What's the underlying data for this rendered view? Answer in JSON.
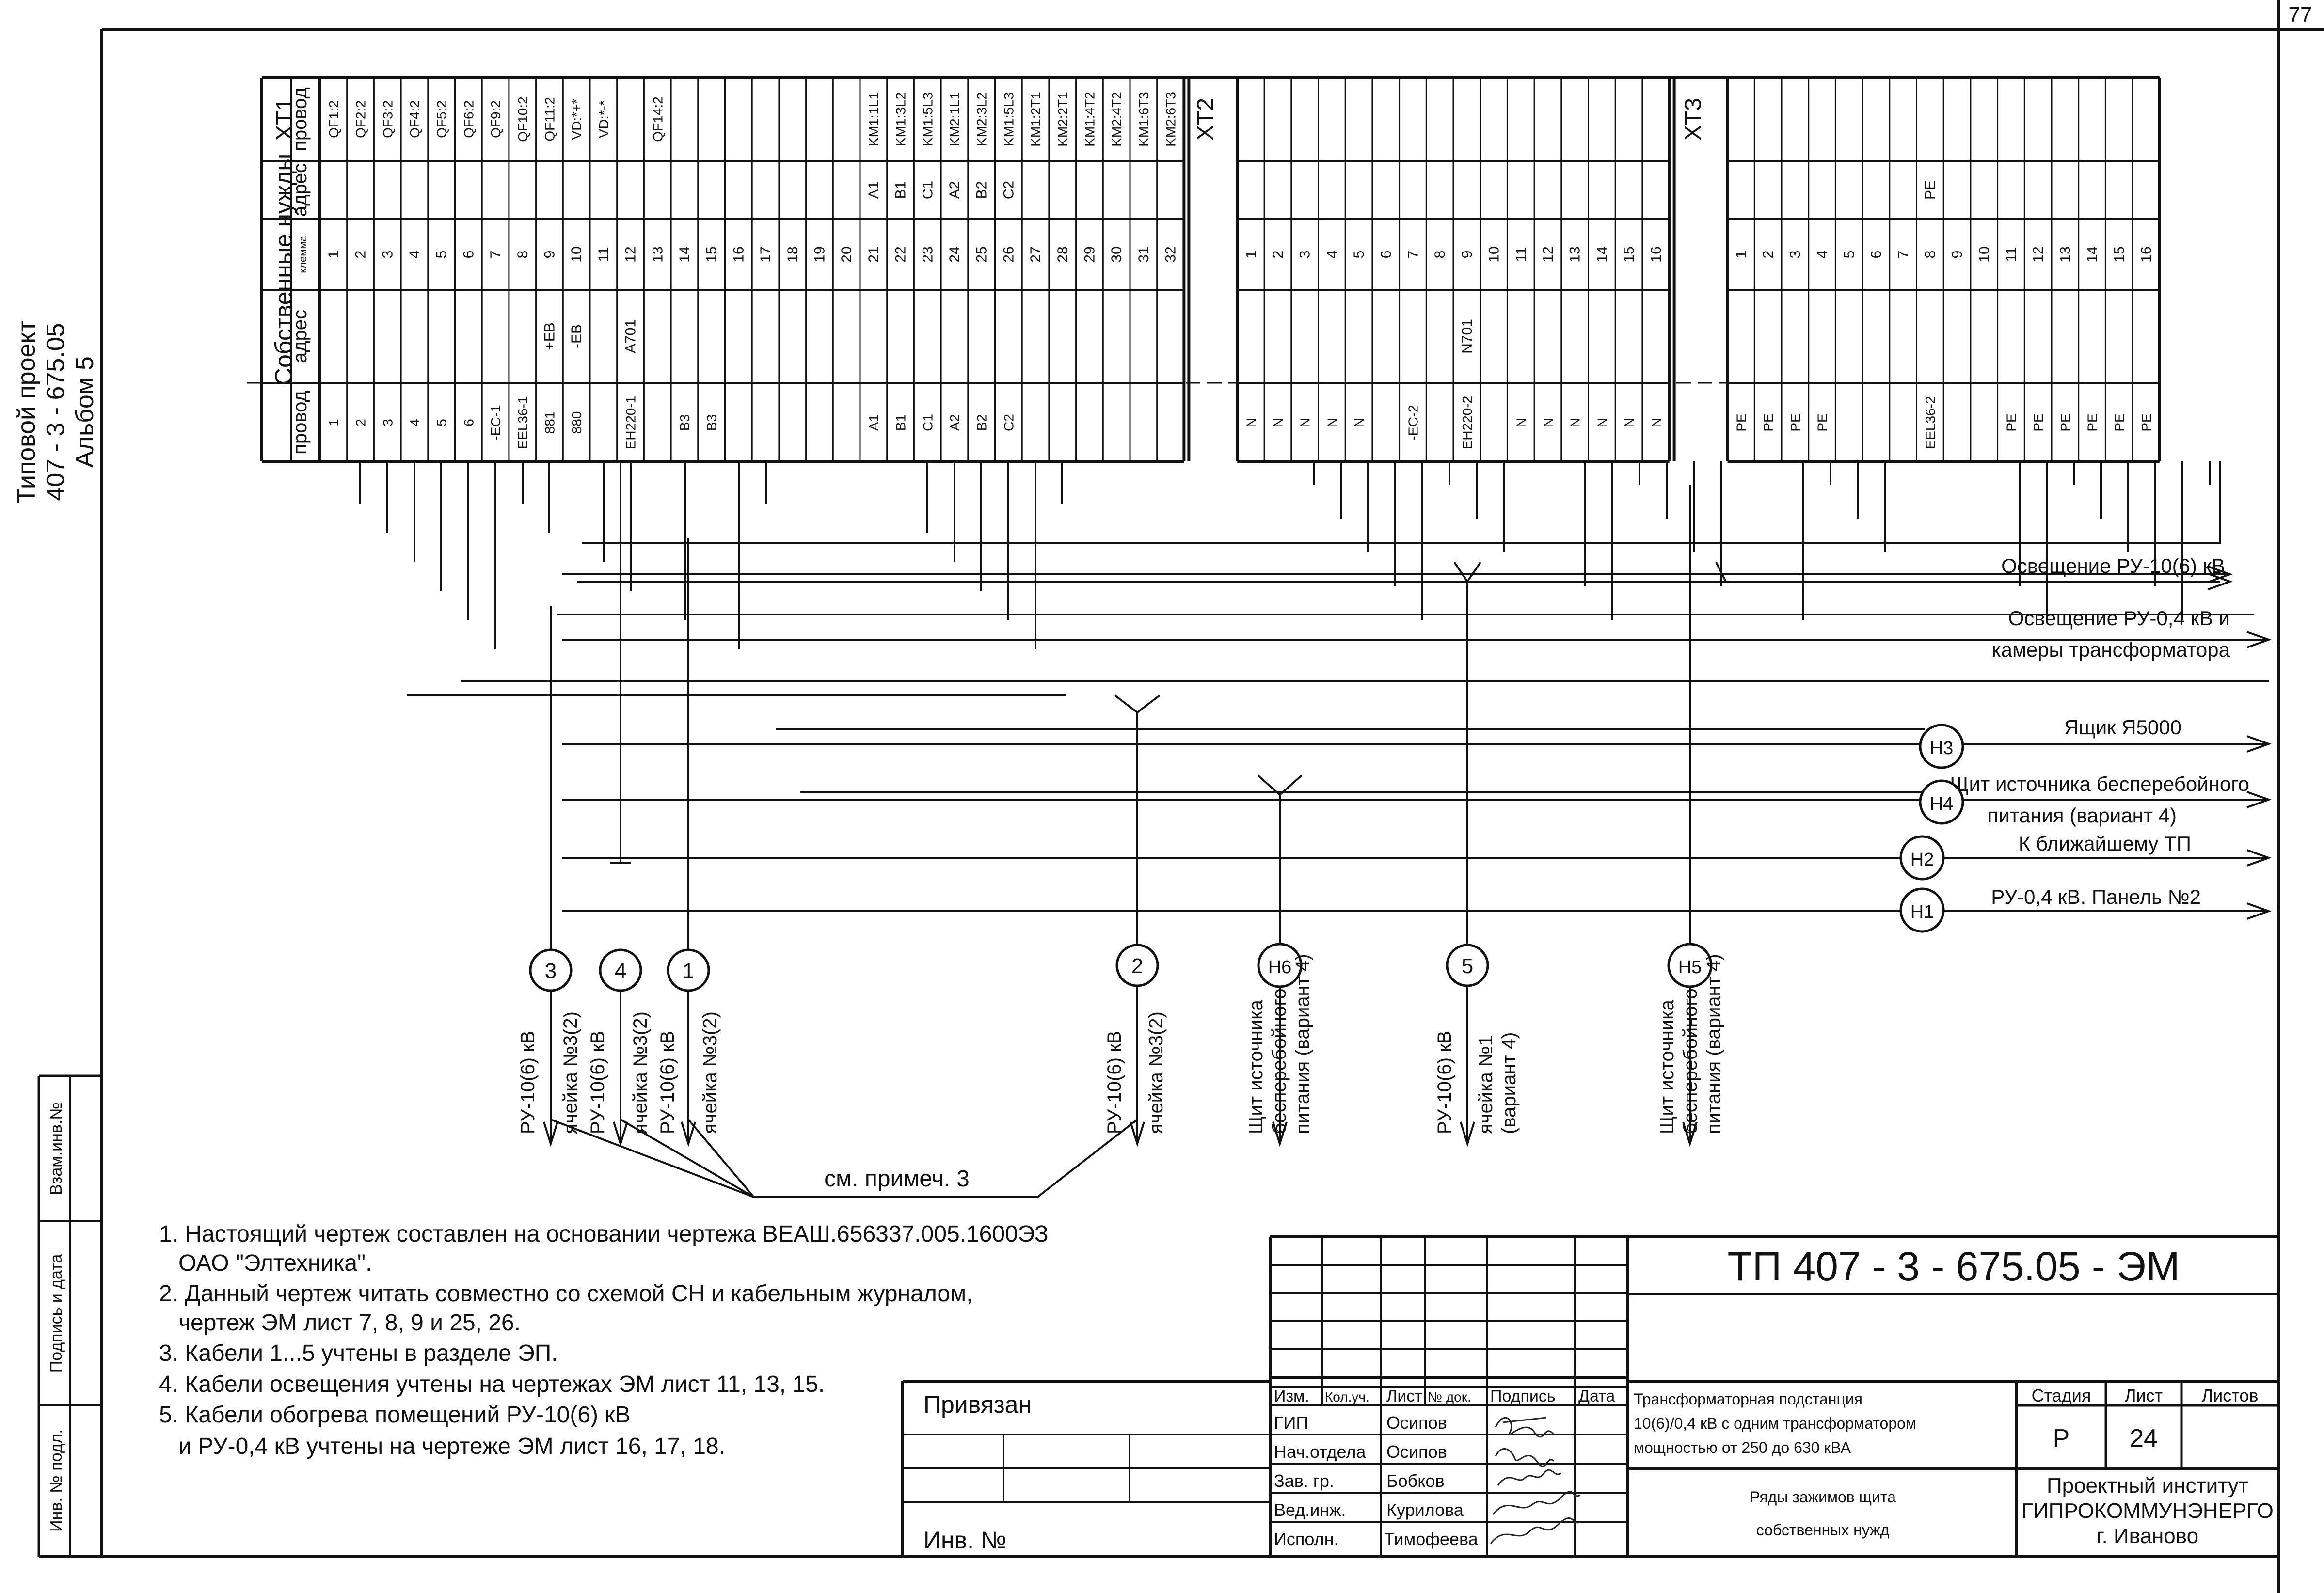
{
  "page_number": "77",
  "side_title": {
    "line1": "Типовой проект",
    "line2": "407 - 3 - 675.05",
    "line3": "Альбом 5"
  },
  "left_stamp": {
    "vzam": "Взам.инв.№",
    "podpis": "Подпись и дата",
    "inv": "Инв. № подл."
  },
  "header": {
    "sobstv": "Собственные нужды",
    "provod": "провод",
    "adres": "адрес",
    "klemma": "клемма",
    "xt1": "XT1",
    "xt2": "XT2",
    "xt3": "XT3"
  },
  "xt1_top_wires": [
    "QF1:2",
    "QF2:2",
    "QF3:2",
    "QF4:2",
    "QF5:2",
    "QF6:2",
    "QF9:2",
    "QF10:2",
    "QF11:2",
    "VD:*+*",
    "VD:*-*",
    "",
    "QF14:2",
    "",
    "",
    "",
    "",
    "",
    "",
    "",
    "KM1:1L1",
    "KM1:3L2",
    "KM1:5L3",
    "KM2:1L1",
    "KM2:3L2",
    "KM1:5L3",
    "KM1:2T1",
    "KM2:2T1",
    "KM1:4T2",
    "KM2:4T2",
    "KM1:6T3",
    "KM2:6T3"
  ],
  "xt1_top_addr": [
    "",
    "",
    "",
    "",
    "",
    "",
    "",
    "",
    "",
    "",
    "",
    "",
    "",
    "",
    "",
    "",
    "",
    "",
    "",
    "",
    "A1",
    "B1",
    "C1",
    "A2",
    "B2",
    "C2",
    "",
    "",
    "",
    "",
    "",
    ""
  ],
  "xt1_terminals": [
    "1",
    "2",
    "3",
    "4",
    "5",
    "6",
    "7",
    "8",
    "9",
    "10",
    "11",
    "12",
    "13",
    "14",
    "15",
    "16",
    "17",
    "18",
    "19",
    "20",
    "21",
    "22",
    "23",
    "24",
    "25",
    "26",
    "27",
    "28",
    "29",
    "30",
    "31",
    "32"
  ],
  "xt1_bot_addr": [
    "",
    "",
    "",
    "",
    "",
    "",
    "",
    "",
    "+EB",
    "-EB",
    "",
    "A701",
    "",
    "",
    "",
    "",
    "",
    "",
    "",
    "",
    "",
    "",
    "",
    "",
    "",
    "",
    "",
    "",
    "",
    "",
    "",
    ""
  ],
  "xt1_bot_wires": [
    "1",
    "2",
    "3",
    "4",
    "5",
    "6",
    "-EC-1",
    "EEL36-1",
    "881",
    "880",
    "",
    "EH220-1",
    "",
    "B3",
    "B3",
    "",
    "",
    "",
    "",
    "",
    "A1",
    "B1",
    "C1",
    "A2",
    "B2",
    "C2",
    "",
    "",
    "",
    "",
    "",
    ""
  ],
  "xt2_terminals": [
    "1",
    "2",
    "3",
    "4",
    "5",
    "6",
    "7",
    "8",
    "9",
    "10",
    "11",
    "12",
    "13",
    "14",
    "15",
    "16"
  ],
  "xt2_bot_addr": [
    "",
    "",
    "",
    "",
    "",
    "",
    "",
    "",
    "N701",
    "",
    "",
    "",
    "",
    "",
    "",
    ""
  ],
  "xt2_bot_wires": [
    "N",
    "N",
    "N",
    "N",
    "N",
    "",
    "-EC-2",
    "",
    "EH220-2",
    "",
    "N",
    "N",
    "N",
    "N",
    "N",
    "N"
  ],
  "xt3_top_addr": [
    "",
    "",
    "",
    "",
    "",
    "",
    "",
    "PE",
    "",
    "",
    "",
    "",
    "",
    "",
    "",
    ""
  ],
  "xt3_terminals": [
    "1",
    "2",
    "3",
    "4",
    "5",
    "6",
    "7",
    "8",
    "9",
    "10",
    "11",
    "12",
    "13",
    "14",
    "15",
    "16"
  ],
  "xt3_bot_wires": [
    "PE",
    "PE",
    "PE",
    "PE",
    "",
    "",
    "",
    "EEL36-2",
    "",
    "",
    "PE",
    "PE",
    "PE",
    "PE",
    "PE",
    "PE"
  ],
  "outputs": {
    "osv10": "Освещение РУ-10(6) кВ",
    "osv04_a": "Освещение РУ-0,4 кВ и",
    "osv04_b": "камеры трансформатора",
    "h3": "Ящик Я5000",
    "h4_a": "Щит источника бесперебойного",
    "h4_b": "питания (вариант 4)",
    "h2": "К ближайшему ТП",
    "h1": "РУ-0,4 кВ. Панель №2"
  },
  "cables": {
    "c3": "3",
    "c4": "4",
    "c1": "1",
    "c2": "2",
    "c5": "5",
    "h6": "H6",
    "h5": "H5",
    "h4": "H4",
    "h3": "H3",
    "h2": "H2",
    "h1": "H1"
  },
  "vertical_labels": {
    "c3_a": "РУ-10(6) кВ",
    "c3_b": "ячейка №3(2)",
    "c4_a": "РУ-10(6) кВ",
    "c4_b": "ячейка №3(2)",
    "c1_a": "РУ-10(6) кВ",
    "c1_b": "ячейка №3(2)",
    "c2_a": "РУ-10(6) кВ",
    "c2_b": "ячейка №3(2)",
    "h6_a": "Щит источника",
    "h6_b": "бесперебойного",
    "h6_c": "питания (вариант 4)",
    "c5_a": "РУ-10(6) кВ",
    "c5_b": "ячейка №1",
    "c5_c": "(вариант 4)",
    "h5_a": "Щит источника",
    "h5_b": "бесперебойного",
    "h5_c": "питания (вариант 4)"
  },
  "see_note": "см. примеч. 3",
  "notes": [
    "1. Настоящий чертеж составлен на основании чертежа ВЕАШ.656337.005.1600ЭЗ",
    "ОАО \"Элтехника\".",
    "2. Данный чертеж читать совместно со схемой СН и кабельным журналом,",
    "чертеж ЭМ лист 7, 8, 9 и 25, 26.",
    "3. Кабели 1...5 учтены в разделе ЭП.",
    "4. Кабели освещения учтены на чертежах ЭМ лист 11, 13, 15.",
    "5. Кабели обогрева помещений РУ-10(6) кВ",
    "и РУ-0,4 кВ учтены на чертеже ЭМ лист 16, 17, 18."
  ],
  "title_block": {
    "doc_code": "ТП 407 - 3 - 675.05 - ЭМ",
    "privyazan": "Привязан",
    "inv_no": "Инв. №",
    "col_izm": "Изм.",
    "col_kolch": "Кол.уч.",
    "col_list": "Лист",
    "col_ndok": "№ док.",
    "col_podpis": "Подпись",
    "col_data": "Дата",
    "roles": [
      "ГИП",
      "Нач.отдела",
      "Зав. гр.",
      "Вед.инж.",
      "Исполн."
    ],
    "names": [
      "Осипов",
      "Осипов",
      "Бобков",
      "Курилова",
      "Тимофеева"
    ],
    "title_1": "Трансформаторная подстанция",
    "title_2": "10(6)/0,4 кВ с одним трансформатором",
    "title_3": "мощностью от 250 до 630 кВА",
    "sheet_1": "Ряды зажимов щита",
    "sheet_2": "собственных нужд",
    "stadiya_lbl": "Стадия",
    "list_lbl": "Лист",
    "listov_lbl": "Листов",
    "stadiya": "Р",
    "list": "24",
    "org_1": "Проектный институт",
    "org_2": "ГИПРОКОММУНЭНЕРГО",
    "org_3": "г. Иваново"
  }
}
